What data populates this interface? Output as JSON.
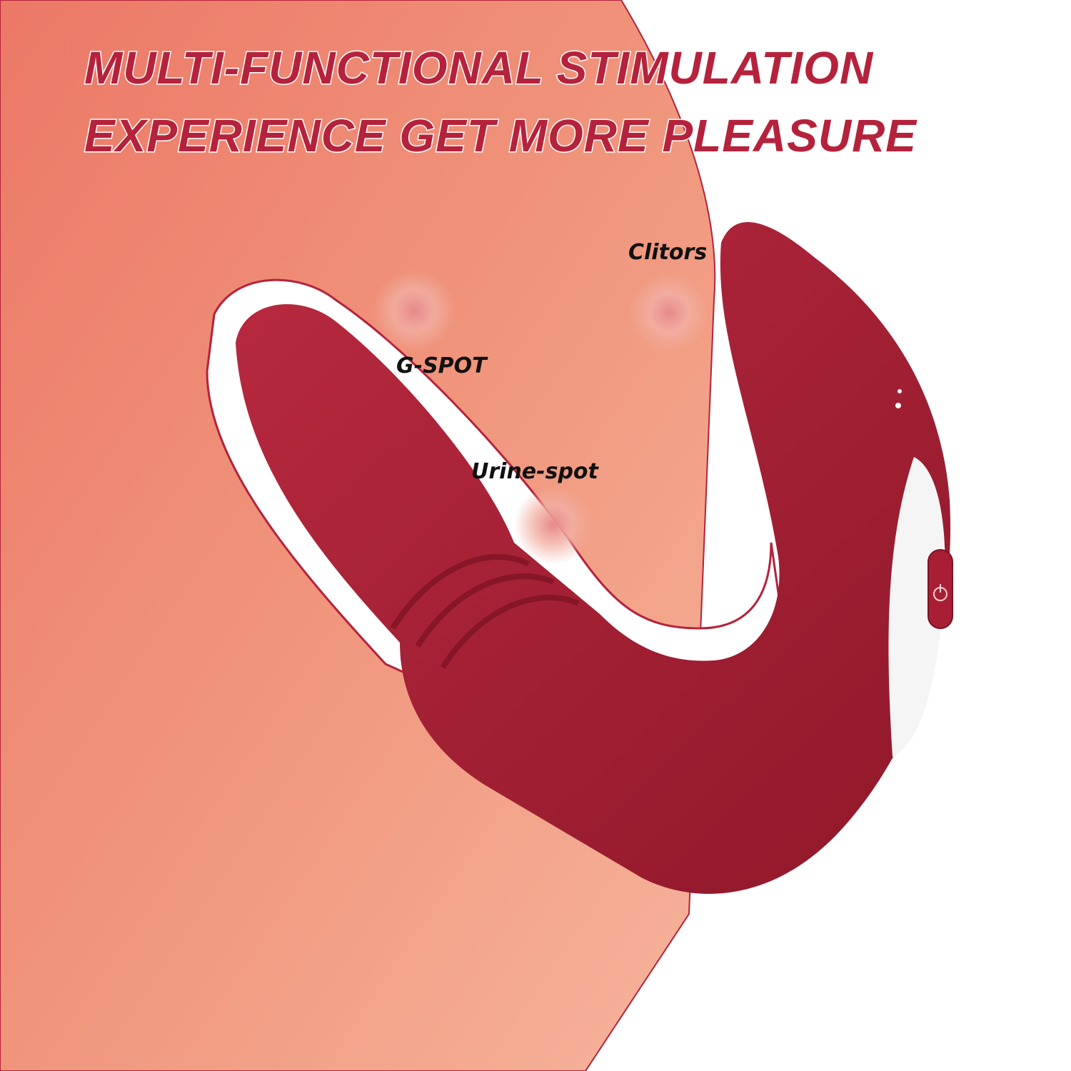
{
  "headline": {
    "line1": "MULTI-FUNCTIONAL STIMULATION",
    "line2": "EXPERIENCE GET MORE PLEASURE"
  },
  "labels": {
    "clitoris": "Clitors",
    "g_spot": "G-SPOT",
    "urine_spot": "Urine-spot"
  },
  "colors": {
    "headline": "#b5223c",
    "product": "#a81f35",
    "skin": "#f2a088",
    "background": "#ffffff"
  }
}
